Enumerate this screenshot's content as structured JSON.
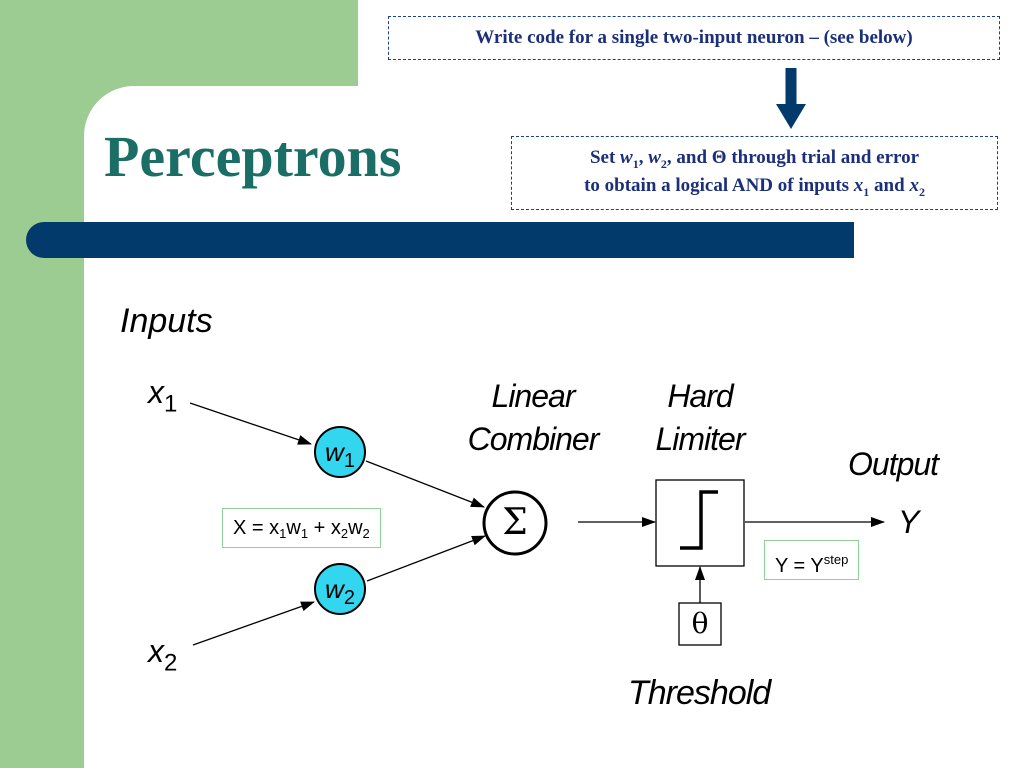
{
  "slide": {
    "title": "Perceptrons",
    "note_top": "Write code for a single two-input neuron – (see below)",
    "note_bottom": {
      "line1_set": "Set",
      "w": "w",
      "sub1": "1",
      "sub2": "2",
      "comma": ",",
      "line1_rest": ", and Θ through trial and error",
      "line2_start": "to obtain a logical AND of inputs",
      "x": "x",
      "and": "and"
    }
  },
  "diagram": {
    "inputs_label": "Inputs",
    "x_symbol": "x",
    "w_symbol": "w",
    "sub1": "1",
    "sub2": "2",
    "linear_line1": "Linear",
    "linear_line2": "Combiner",
    "hard_line1": "Hard",
    "hard_line2": "Limiter",
    "output_label": "Output",
    "y_symbol": "Y",
    "threshold_label": "Threshold",
    "sigma_symbol": "Σ",
    "theta_symbol": "θ",
    "formula_x": {
      "lhs": "X = x",
      "w": "w",
      "plus": " + x",
      "sub1": "1",
      "sub2": "2"
    },
    "formula_y": {
      "lhs": "Y = Y",
      "sup": "step"
    }
  },
  "colors": {
    "green": "#9dcc93",
    "navy_bar": "#013a6b",
    "title_teal": "#1a6e66",
    "note_navy": "#1b2f7a",
    "weight_cyan": "#33d6ef",
    "formula_border": "#8fcf9a"
  }
}
